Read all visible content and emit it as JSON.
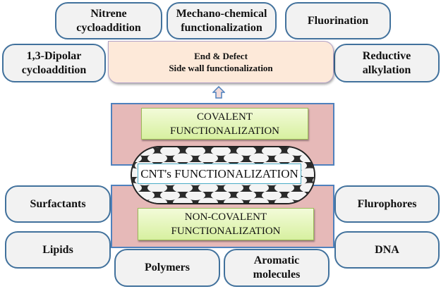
{
  "title": "CNT's FUNCTIONALIZATION",
  "covalent": {
    "label_line1": "COVALENT",
    "label_line2": "FUNCTIONALIZATION",
    "target_line1": "End & Defect",
    "target_line2": "Side wall functionalization",
    "arrow": "up-arrow-icon",
    "methods": [
      {
        "line1": "Nitrene",
        "line2": "cycloaddition"
      },
      {
        "line1": "Mechano-chemical",
        "line2": "functionalization"
      },
      {
        "line1": "Fluorination",
        "line2": ""
      },
      {
        "line1": "1,3-Dipolar",
        "line2": "cycloaddition"
      },
      {
        "line1": "Reductive",
        "line2": "alkylation"
      }
    ]
  },
  "noncovalent": {
    "label_line1": "NON-COVALENT",
    "label_line2": "FUNCTIONALIZATION",
    "methods": [
      {
        "line1": "Surfactants",
        "line2": ""
      },
      {
        "line1": "Lipids",
        "line2": ""
      },
      {
        "line1": "Polymers",
        "line2": ""
      },
      {
        "line1": "Aromatic",
        "line2": "molecules"
      },
      {
        "line1": "Flurophores",
        "line2": ""
      },
      {
        "line1": "DNA",
        "line2": ""
      }
    ]
  },
  "colors": {
    "pill_fill": "#f2f2f2",
    "pill_border": "#41719c",
    "panel_fill": "#e6b9b8",
    "green_fill": "#d7f0a0",
    "target_fill": "#fde9d9"
  }
}
